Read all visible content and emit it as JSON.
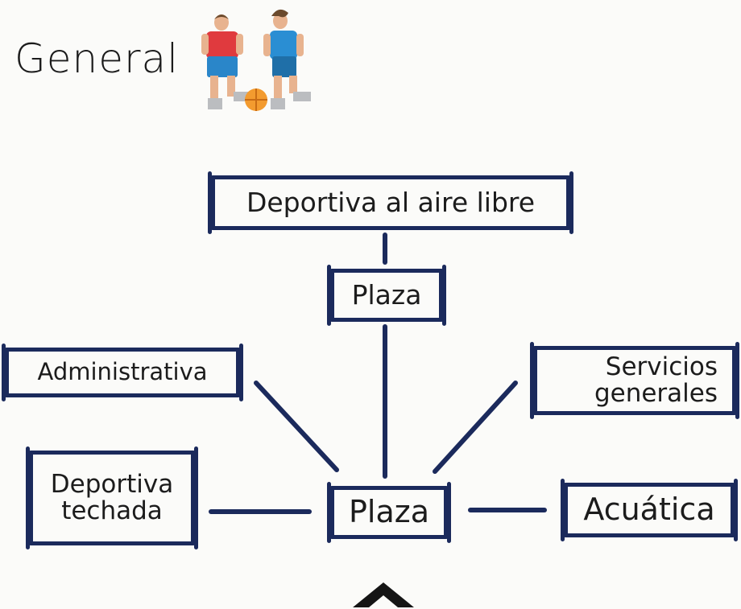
{
  "header": {
    "title": "General",
    "illustration_icon": "two-players-soccer-icon"
  },
  "diagram": {
    "nodes": {
      "outdoor_sports": "Deportiva al aire libre",
      "plaza_top": "Plaza",
      "administrative": "Administrativa",
      "general_services": "Servicios generales",
      "indoor_sports": "Deportiva techada",
      "plaza_center": "Plaza",
      "aquatic": "Acuática"
    },
    "colors": {
      "box_border": "#1b2a5c",
      "line": "#1b2a5c",
      "background": "#fbfbf9"
    }
  },
  "footer": {
    "chevron_icon": "chevron-up-icon"
  }
}
